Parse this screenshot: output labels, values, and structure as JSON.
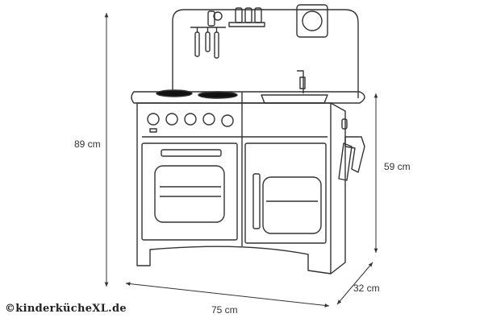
{
  "dimensions": {
    "height": "89 cm",
    "height_without_back": "59 cm",
    "width": "75 cm",
    "depth": "32 cm"
  },
  "watermark": "©kinderküchеXL.de",
  "colors": {
    "line": "#333333",
    "background": "#ffffff"
  }
}
